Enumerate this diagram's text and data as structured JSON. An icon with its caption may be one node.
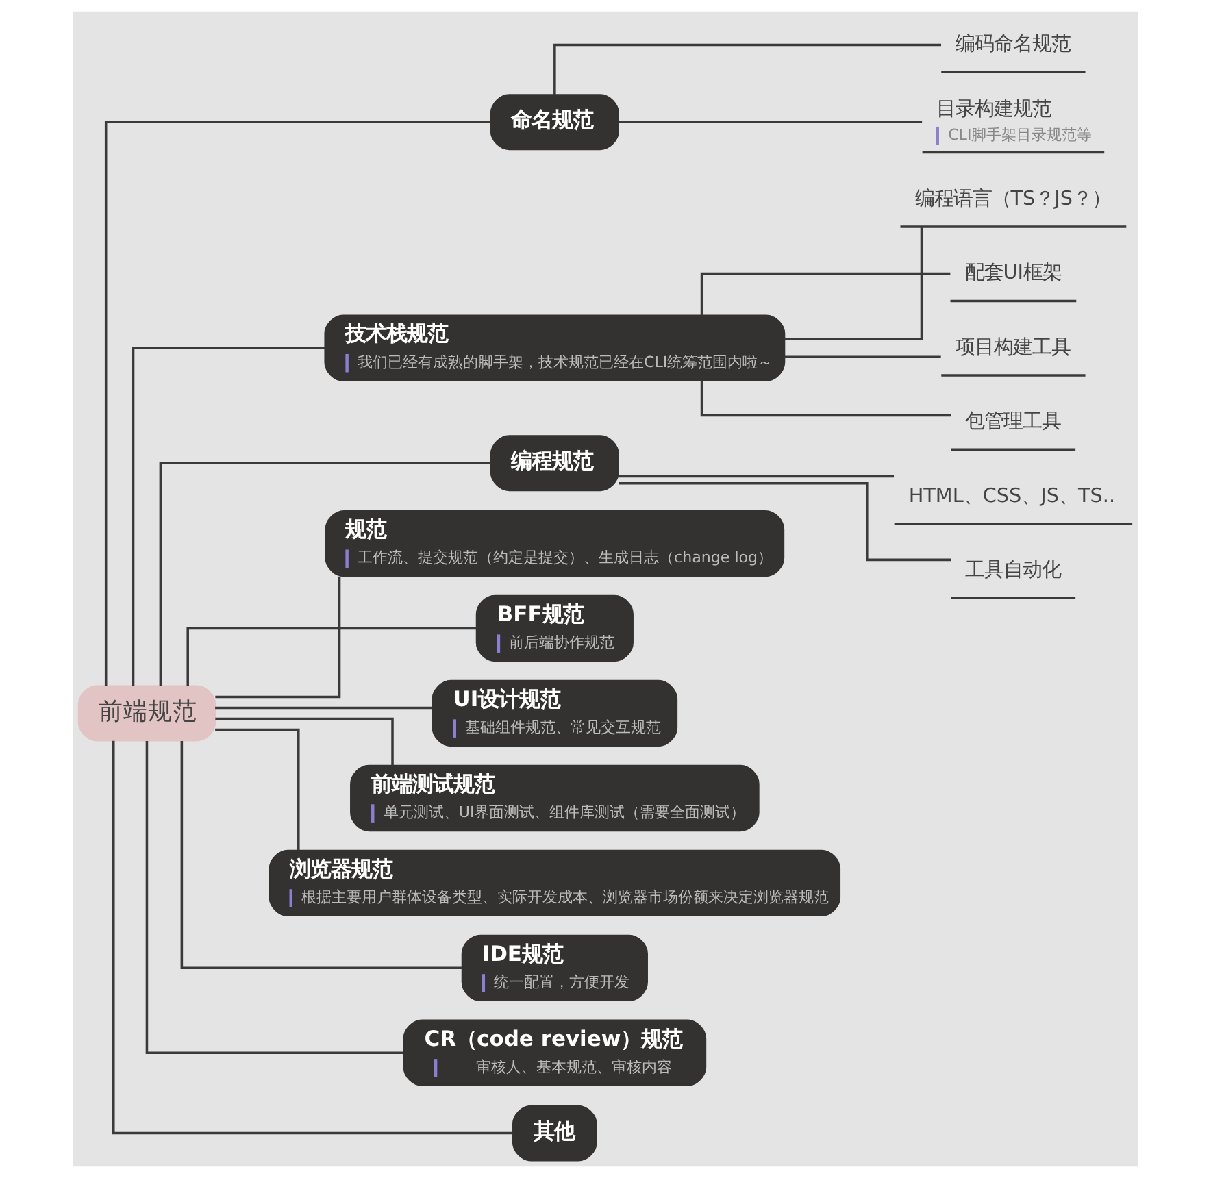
{
  "diagram": {
    "nodes": [
      {
        "text": [
          "前端规范"
        ]
      },
      {
        "text": [
          "命名规范"
        ]
      },
      {
        "text": [
          "编码命名规范"
        ]
      },
      {
        "text": [
          "目录构建规范",
          "CLI脚手架目录规范等"
        ]
      },
      {
        "text": [
          "技术栈规范",
          "我们已经有成熟的脚手架，技术规范已经在CLI统筹范围内啦～"
        ]
      },
      {
        "text": [
          "编程语言（TS？JS？）"
        ]
      },
      {
        "text": [
          "配套UI框架"
        ]
      },
      {
        "text": [
          "项目构建工具"
        ]
      },
      {
        "text": [
          "包管理工具"
        ]
      },
      {
        "text": [
          "编程规范"
        ]
      },
      {
        "text": [
          "HTML、CSS、JS、TS.."
        ]
      },
      {
        "text": [
          "工具自动化"
        ]
      },
      {
        "text": [
          "规范",
          "工作流、提交规范（约定是提交）、生成日志（change log）"
        ]
      },
      {
        "text": [
          "BFF规范",
          "前后端协作规范"
        ]
      },
      {
        "text": [
          "UI设计规范",
          "基础组件规范、常见交互规范"
        ]
      },
      {
        "text": [
          "前端测试规范",
          "单元测试、UI界面测试、组件库测试（需要全面测试）"
        ]
      },
      {
        "text": [
          "浏览器规范",
          "根据主要用户群体设备类型、实际开发成本、浏览器市场份额来决定浏览器规范"
        ]
      },
      {
        "text": [
          "IDE规范",
          "统一配置，方便开发"
        ]
      },
      {
        "text": [
          "CR（code review）规范",
          "审核人、基本规范、审核内容"
        ]
      },
      {
        "text": [
          "其他"
        ]
      }
    ],
    "edges": [
      {
        "from": 0,
        "to": 1,
        "arrow": "none"
      },
      {
        "from": 1,
        "to": 2,
        "arrow": "none"
      },
      {
        "from": 1,
        "to": 3,
        "arrow": "none"
      },
      {
        "from": 0,
        "to": 4,
        "arrow": "none"
      },
      {
        "from": 4,
        "to": 5,
        "arrow": "none"
      },
      {
        "from": 4,
        "to": 6,
        "arrow": "none"
      },
      {
        "from": 4,
        "to": 7,
        "arrow": "none"
      },
      {
        "from": 4,
        "to": 8,
        "arrow": "none"
      },
      {
        "from": 0,
        "to": 9,
        "arrow": "none"
      },
      {
        "from": 9,
        "to": 10,
        "arrow": "none"
      },
      {
        "from": 9,
        "to": 11,
        "arrow": "none"
      },
      {
        "from": 0,
        "to": 12,
        "arrow": "none"
      },
      {
        "from": 0,
        "to": 13,
        "arrow": "none"
      },
      {
        "from": 0,
        "to": 14,
        "arrow": "none"
      },
      {
        "from": 0,
        "to": 15,
        "arrow": "none"
      },
      {
        "from": 0,
        "to": 16,
        "arrow": "none"
      },
      {
        "from": 0,
        "to": 17,
        "arrow": "none"
      },
      {
        "from": 0,
        "to": 18,
        "arrow": "none"
      },
      {
        "from": 0,
        "to": 19,
        "arrow": "none"
      }
    ]
  }
}
